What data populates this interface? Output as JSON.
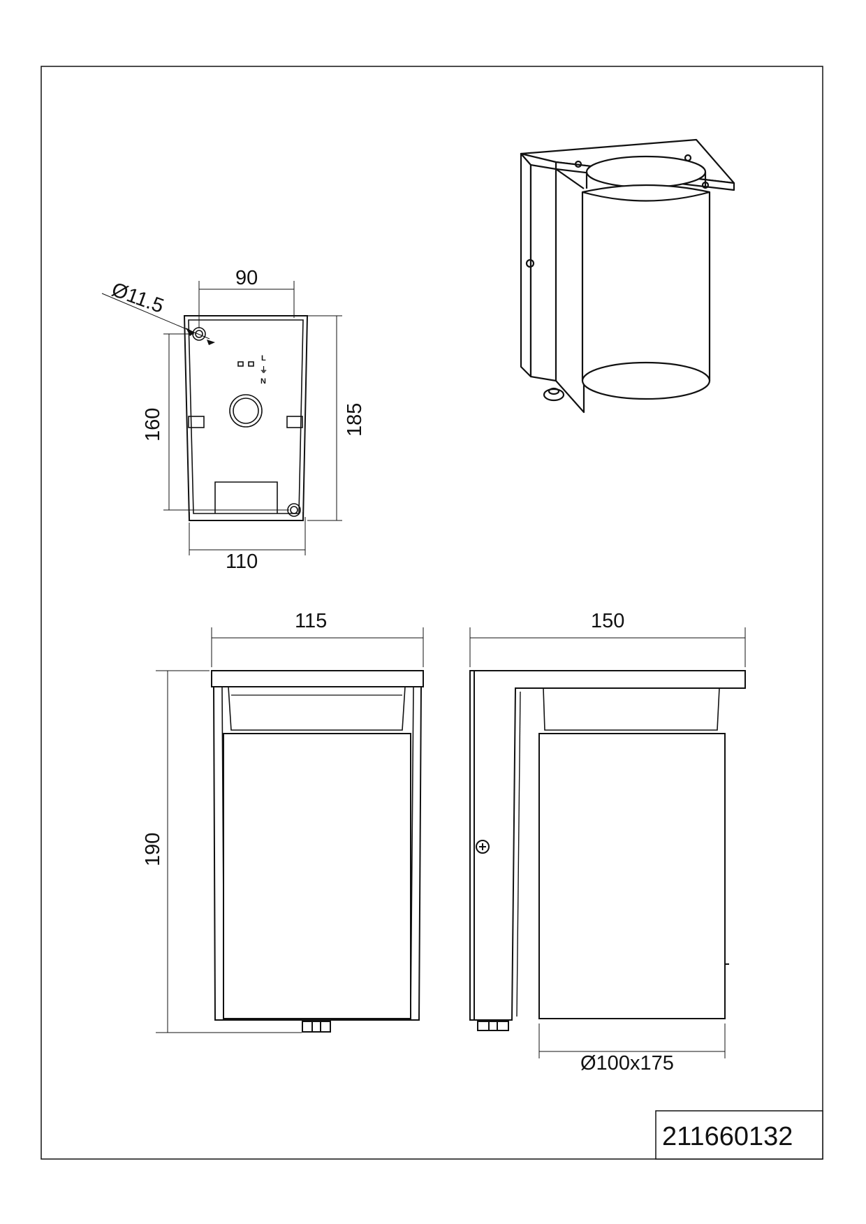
{
  "part_number": "211660132",
  "colors": {
    "line": "#111111",
    "paper": "#ffffff"
  },
  "mounting_plate": {
    "hole_diameter_label": "Ø11.5",
    "width_top_label": "90",
    "width_bottom_label": "110",
    "hole_spacing_label": "160",
    "height_label": "185",
    "terminal_labels": {
      "live": "L",
      "earth": "⏚",
      "neutral": "N"
    }
  },
  "front_view": {
    "width_label": "115",
    "height_label": "190"
  },
  "side_view": {
    "depth_label": "150",
    "shade_size_label": "Ø100x175"
  }
}
